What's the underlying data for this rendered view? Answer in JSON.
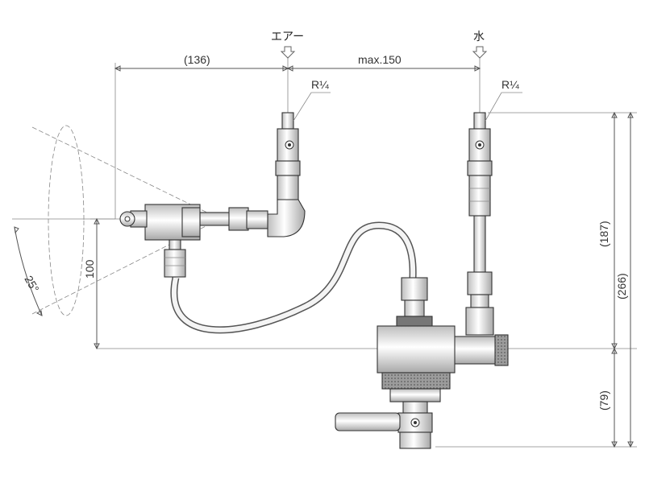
{
  "labels": {
    "air": "エアー",
    "water": "水",
    "thread_air": "R¼",
    "thread_water": "R¼"
  },
  "dimensions": {
    "d136": "(136)",
    "max150": "max.150",
    "d187": "(187)",
    "d266": "(266)",
    "d79": "(79)",
    "d100": "100",
    "angle25": "25°"
  },
  "colors": {
    "metal_light": "#f2f2f2",
    "metal_mid": "#d6d6d6",
    "metal_dark": "#9a9a9a",
    "line": "#444444"
  }
}
